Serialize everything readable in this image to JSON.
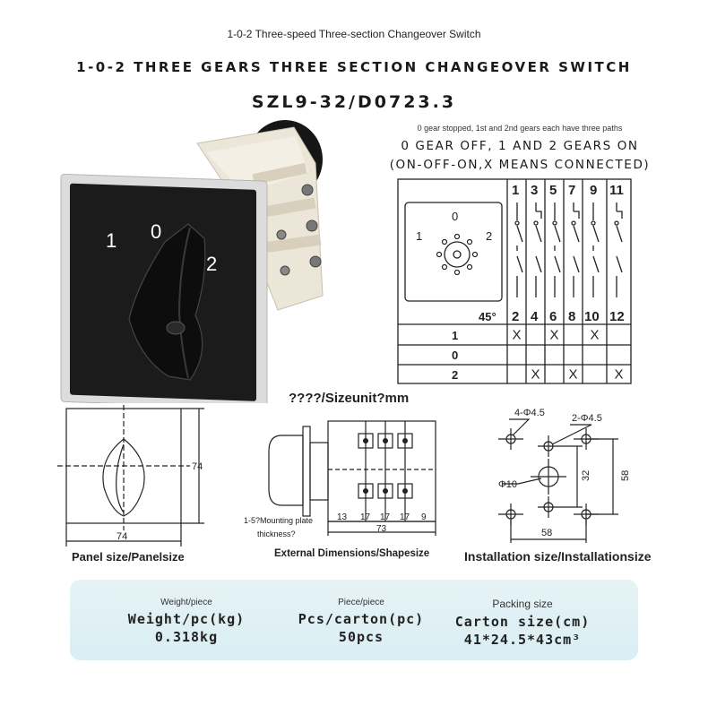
{
  "header": {
    "small_title": "1-0-2 Three-speed Three-section Changeover Switch",
    "main_title": "1-0-2 THREE GEARS THREE SECTION CHANGEOVER SWITCH",
    "model": "SZL9-32/D0723.3"
  },
  "description": {
    "small": "0 gear stopped, 1st and 2nd gears each have three paths",
    "line1": "0 GEAR OFF, 1 AND 2 GEARS ON",
    "line2": "(ON-OFF-ON,X MEANS CONNECTED)"
  },
  "product": {
    "dial_labels": [
      "1",
      "0",
      "2"
    ]
  },
  "wiring": {
    "dial_positions": [
      "0",
      "1",
      "2"
    ],
    "angle": "45°",
    "top_terminals": [
      "1",
      "3",
      "5",
      "7",
      "9",
      "11"
    ],
    "bottom_terminals": [
      "2",
      "4",
      "6",
      "8",
      "10",
      "12"
    ],
    "rows": [
      {
        "position": "1",
        "marks": [
          "X",
          "",
          "X",
          "",
          "X",
          ""
        ]
      },
      {
        "position": "0",
        "marks": [
          "",
          "",
          "",
          "",
          "",
          ""
        ]
      },
      {
        "position": "2",
        "marks": [
          "",
          "X",
          "",
          "X",
          "",
          "X"
        ]
      }
    ]
  },
  "dimensions": {
    "unit_label": "????/Sizeunit?mm",
    "panel": {
      "width": "74",
      "height": "74",
      "caption": "Panel size/Panelsize"
    },
    "external": {
      "segments": [
        "13",
        "17",
        "17",
        "17",
        "9"
      ],
      "total": "73",
      "mount_note_1": "1-5?Mounting plate",
      "mount_note_2": "thickness?",
      "caption": "External Dimensions/Shapesize"
    },
    "installation": {
      "hole_a": "4-Φ4.5",
      "hole_b": "2-Φ4.5",
      "center_hole": "Φ10",
      "inner_height": "32",
      "outer_height": "58",
      "width": "58",
      "caption": "Installation size/Installationsize"
    }
  },
  "info": {
    "weight": {
      "small": "Weight/piece",
      "title": "Weight/pc(kg)",
      "value": "0.318kg"
    },
    "pieces": {
      "small": "Piece/piece",
      "title": "Pcs/carton(pc)",
      "value": "50pcs"
    },
    "packing": {
      "small": "Packing size",
      "title": "Carton size(cm)",
      "value": "41*24.5*43cm³"
    }
  },
  "colors": {
    "switch_face": "#1b1b1b",
    "cam_body": "#efe9dc",
    "info_panel": "#dcedf2",
    "line": "#222222"
  }
}
